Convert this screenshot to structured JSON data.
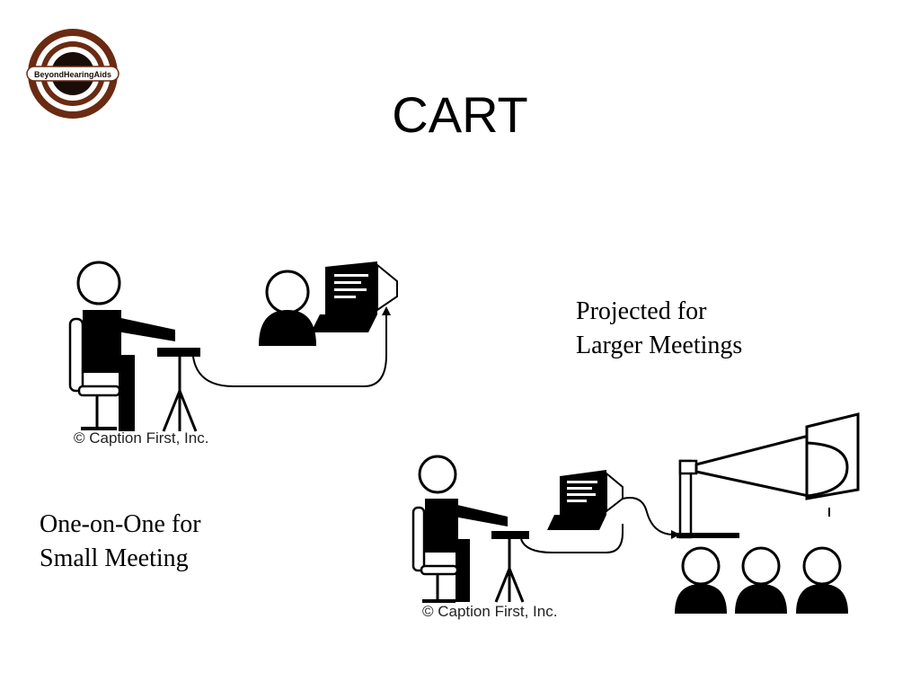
{
  "logo": {
    "text": "BeyondHearingAids",
    "colors": {
      "ring": "#6b2a12",
      "center": "#1a0d08"
    }
  },
  "slide": {
    "title": "CART"
  },
  "captions": {
    "small_meeting": {
      "line1": "One-on-One for",
      "line2": "Small Meeting"
    },
    "large_meeting": {
      "line1": "Projected for",
      "line2": "Larger Meetings"
    }
  },
  "illustrations": {
    "one_on_one": {
      "copyright": "© Caption First, Inc."
    },
    "projected": {
      "copyright": "© Caption First, Inc."
    }
  }
}
